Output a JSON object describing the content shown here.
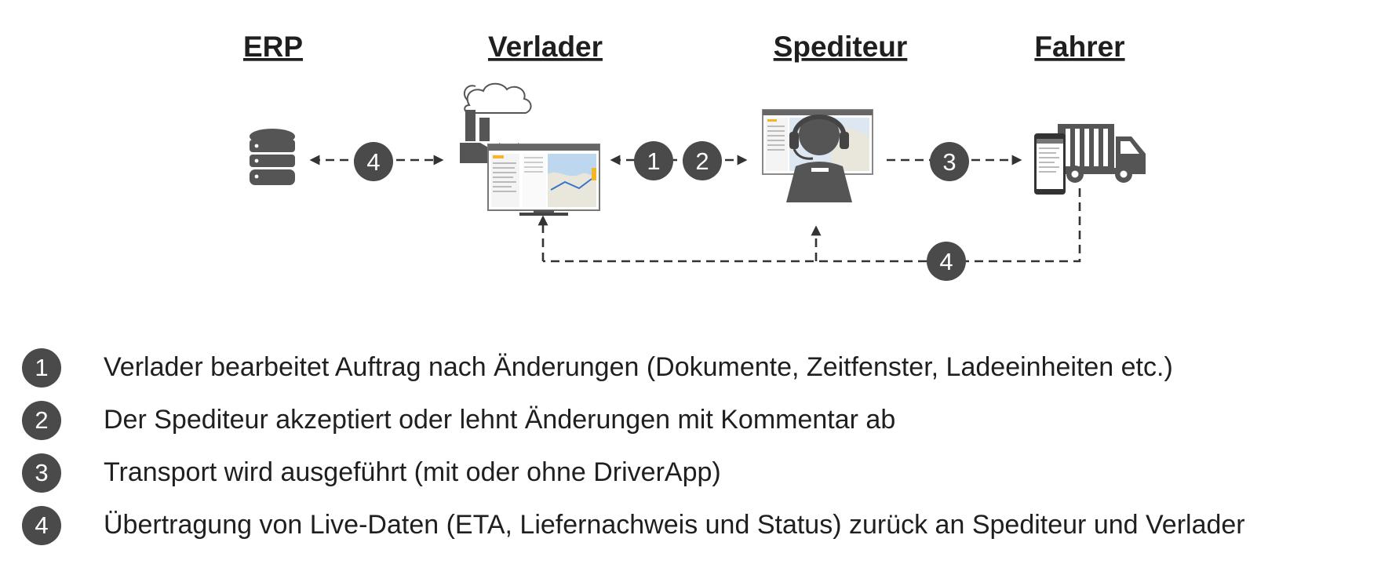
{
  "headings": {
    "erp": "ERP",
    "verlader": "Verlader",
    "spediteur": "Spediteur",
    "fahrer": "Fahrer"
  },
  "badges": {
    "erp_verlader": "4",
    "verlader_step1": "1",
    "verlader_step2": "2",
    "spediteur_fahrer": "3",
    "return_live": "4"
  },
  "colors": {
    "icon": "#555555",
    "badge": "#4a4a4a",
    "map_water": "#bcd7ee",
    "accent": "#f3b62a"
  },
  "legend": [
    {
      "number": "1",
      "text": "Verlader bearbeitet Auftrag nach Änderungen (Dokumente, Zeitfenster, Ladeeinheiten etc.)"
    },
    {
      "number": "2",
      "text": "Der Spediteur akzeptiert oder lehnt Änderungen mit Kommentar ab"
    },
    {
      "number": "3",
      "text": "Transport wird ausgeführt (mit oder ohne DriverApp)"
    },
    {
      "number": "4",
      "text": "Übertragung von Live-Daten (ETA, Liefernachweis und Status) zurück an Spediteur und Verlader"
    }
  ]
}
